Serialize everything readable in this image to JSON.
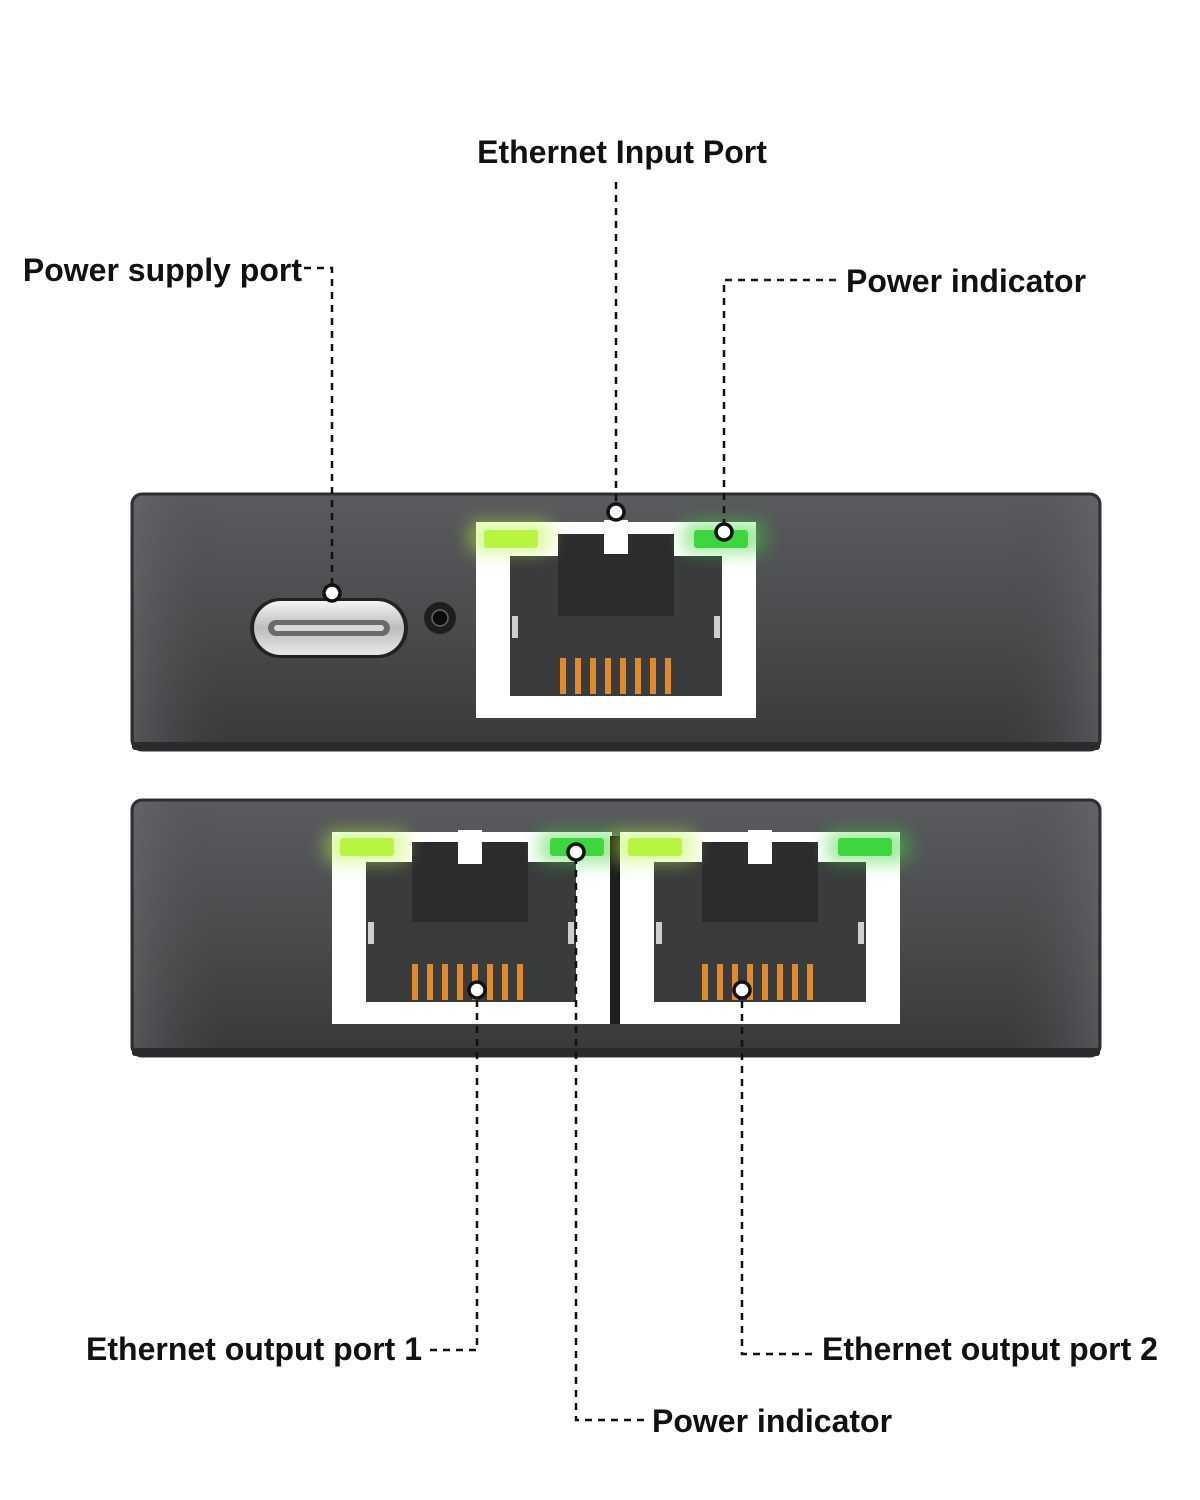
{
  "labels": {
    "ethernet_input_port": "Ethernet Input Port",
    "power_supply_port": "Power supply port",
    "power_indicator_top": "Power indicator",
    "ethernet_output_port_1": "Ethernet output port 1",
    "ethernet_output_port_2": "Ethernet output port 2",
    "power_indicator_bottom": "Power indicator"
  },
  "colors": {
    "housing": "#4a4b4d",
    "housing_edge": "#2e2f31",
    "port_frame": "#ffffff",
    "port_cavity": "#3a3b3d",
    "pins": "#e08a2a",
    "led_yellow_green": "#b8f542",
    "led_green": "#3ed63e",
    "leader_line": "#111111"
  },
  "icons": {
    "power_supply_port": "usb-c-port-icon",
    "reset_button": "pinhole-button-icon",
    "ethernet_port": "rj45-port-icon"
  }
}
